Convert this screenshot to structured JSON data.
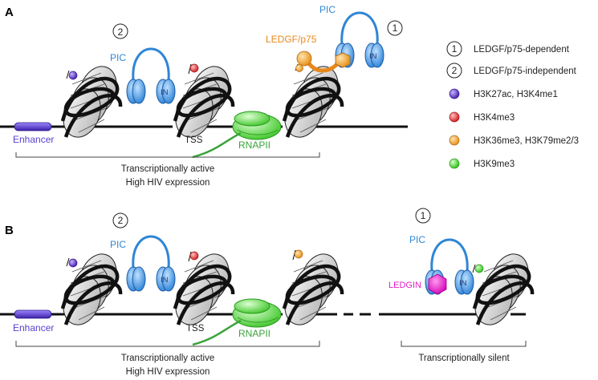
{
  "panels": {
    "a": {
      "letter": "A"
    },
    "b": {
      "letter": "B"
    }
  },
  "pathway_markers": {
    "one": "1",
    "two": "2"
  },
  "labels": {
    "pic": "PIC",
    "in": "IN",
    "ledgf": "LEDGF/p75",
    "enhancer": "Enhancer",
    "tss": "TSS",
    "rnapii": "RNAPII",
    "ledgin": "LEDGIN"
  },
  "regions": {
    "active_line1": "Transcriptionally active",
    "active_line2": "High HIV expression",
    "silent": "Transcriptionally silent"
  },
  "legend": [
    {
      "marker": "1",
      "label": "LEDGF/p75-dependent"
    },
    {
      "marker": "2",
      "label": "LEDGF/p75-independent"
    },
    {
      "label": "H3K27ac, H3K4me1",
      "color": "#6a3fc8"
    },
    {
      "label": "H3K4me3",
      "color": "#e53b3b"
    },
    {
      "label": "H3K36me3, H3K79me2/3",
      "color": "#f2a93b"
    },
    {
      "label": "H3K9me3",
      "color": "#4fd43a"
    }
  ],
  "colors": {
    "pic_blue": "#2f86d6",
    "rnapii_green": "#5ad24a",
    "ledgf_orange": "#e8891c",
    "ledgin_magenta": "#e01fc8",
    "enhancer_purple": "#5a3fd0"
  }
}
